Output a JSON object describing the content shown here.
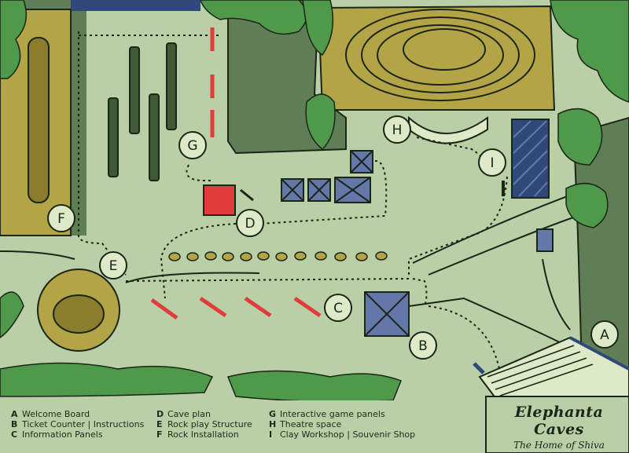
{
  "map": {
    "title": "Elephanta Caves",
    "subtitle": "The Home of Shiva",
    "markers": [
      "A",
      "B",
      "C",
      "D",
      "E",
      "F",
      "G",
      "H",
      "I"
    ],
    "legend": [
      {
        "key": "A",
        "label": "Welcome Board"
      },
      {
        "key": "B",
        "label": "Ticket Counter | Instructions"
      },
      {
        "key": "C",
        "label": "Information Panels"
      },
      {
        "key": "D",
        "label": "Cave plan"
      },
      {
        "key": "E",
        "label": "Rock play Structure"
      },
      {
        "key": "F",
        "label": "Rock Installation"
      },
      {
        "key": "G",
        "label": "Interactive game panels"
      },
      {
        "key": "H",
        "label": "Theatre space"
      },
      {
        "key": "I",
        "label": "Clay Workshop | Souvenir Shop"
      }
    ],
    "colors": {
      "ground": "#b9cfa6",
      "foliage": "#4f9a4a",
      "rock": "#b3a545",
      "dark_ground": "#5f7e55",
      "structure": "#6378a8",
      "accent": "#e23b3b",
      "marker_fill": "#dde9c7"
    }
  }
}
